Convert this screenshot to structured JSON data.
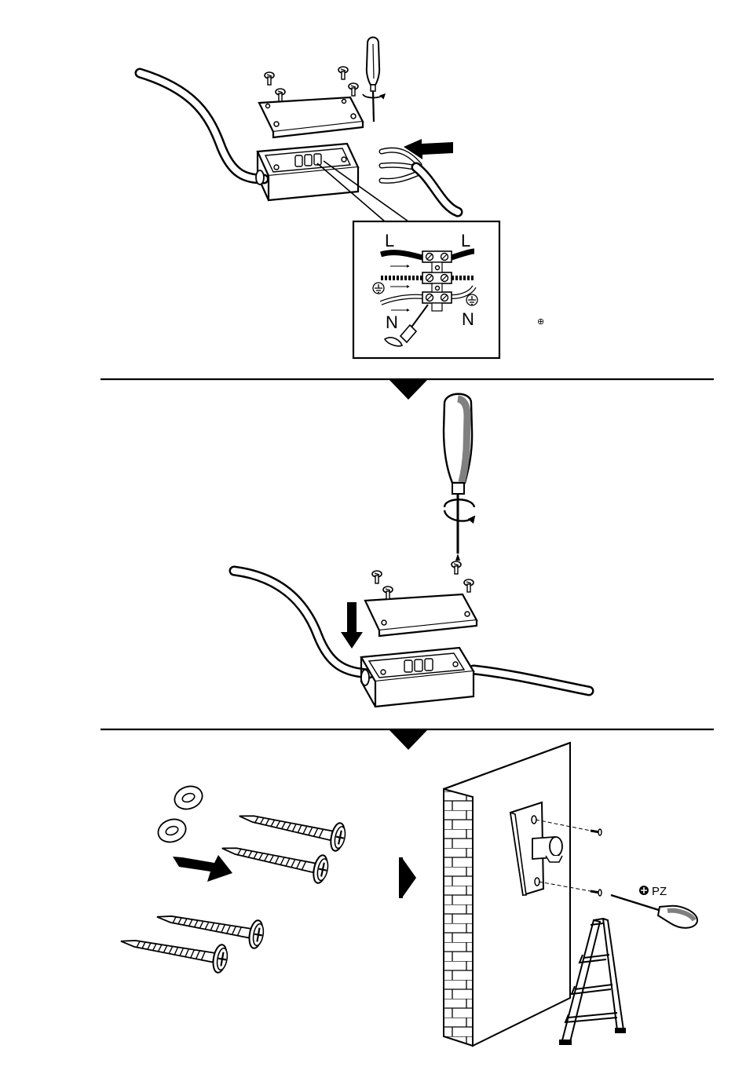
{
  "diagram": {
    "step1": {
      "terminal_labels": {
        "live_left": "L",
        "live_right": "L",
        "neutral_left": "N",
        "neutral_right": "N",
        "earth_note_symbol": "⊕"
      }
    },
    "step3": {
      "screwdriver_type_label": "PZ"
    }
  },
  "colors": {
    "line": "#000000",
    "screwdriver_handle_gray": "#808080",
    "background": "#ffffff"
  }
}
